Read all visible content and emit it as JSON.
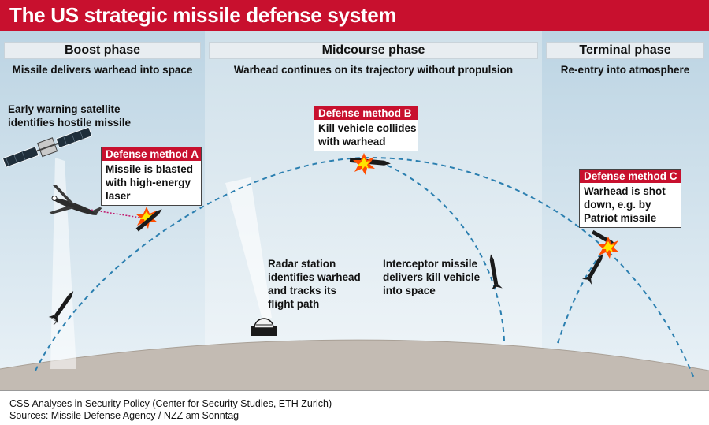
{
  "title": "The US strategic missile defense system",
  "phases": [
    {
      "name": "Boost phase",
      "description": "Missile delivers warhead into space"
    },
    {
      "name": "Midcourse phase",
      "description": "Warhead continues on its trajectory without propulsion"
    },
    {
      "name": "Terminal phase",
      "description": "Re-entry into atmosphere"
    }
  ],
  "notes": {
    "satellite": [
      "Early warning satellite",
      "identifies hostile missile"
    ],
    "radar": [
      "Radar station",
      "identifies warhead",
      "and tracks its",
      "flight path"
    ],
    "interceptor": [
      "Interceptor missile",
      "delivers kill vehicle",
      "into space"
    ]
  },
  "methods": [
    {
      "label": "Defense method A",
      "text": [
        "Missile is blasted",
        "with high-energy",
        "laser"
      ]
    },
    {
      "label": "Defense method B",
      "text": [
        "Kill vehicle collides",
        "with warhead"
      ]
    },
    {
      "label": "Defense method C",
      "text": [
        "Warhead is shot",
        "down, e.g. by",
        "Patriot missile"
      ]
    }
  ],
  "sources": [
    "CSS Analyses in Security Policy (Center for Security Studies, ETH Zurich)",
    "Sources: Missile Defense Agency / NZZ am Sonntag"
  ],
  "colors": {
    "brand_red": "#c8102e",
    "sky_top": "#bfd6e4",
    "sky_bottom": "#e9f1f6",
    "ground": "#c3bbb3",
    "trajectory": "#2b7fb0"
  }
}
